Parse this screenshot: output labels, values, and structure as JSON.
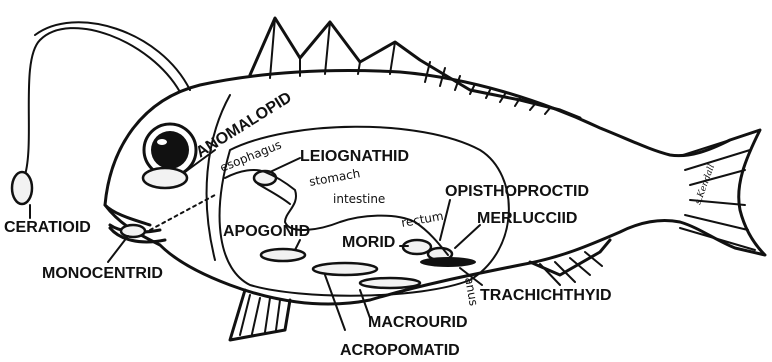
{
  "labels": {
    "ceratioid": "CERATIOID",
    "monocentrid": "MONOCENTRID",
    "anomalopid": "ANOMALOPID",
    "leiognathid": "LEIOGNATHID",
    "apogonid": "APOGONID",
    "opisthoproctid": "OPISTHOPROCTID",
    "merlucciid": "MERLUCCIID",
    "morid": "MORID",
    "trachichthyid": "TRACHICHTHYID",
    "macrourid": "MACROURID",
    "acropomatid": "ACROPOMATID"
  },
  "anatomy": {
    "esophagus": "esophagus",
    "stomach": "stomach",
    "intestine": "intestine",
    "rectum": "rectum",
    "anus": "anus"
  },
  "signature": "s.Kendall"
}
